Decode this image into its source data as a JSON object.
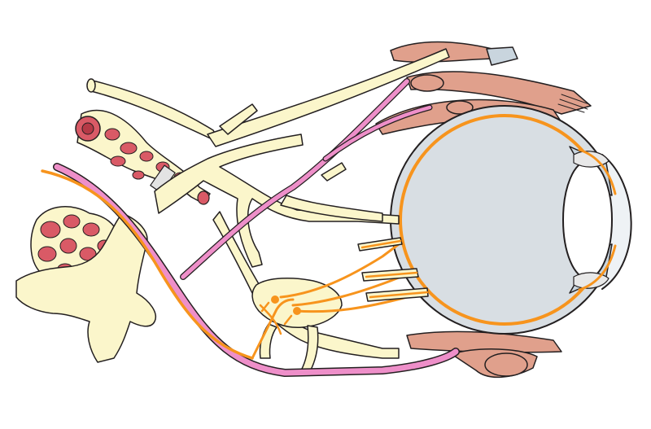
{
  "diagram": {
    "labels": [],
    "colors": {
      "nerve_fill": "#fbf6cb",
      "outline": "#231f20",
      "sympathetic_pink": "#ee8fc9",
      "parasympathetic_orange": "#f7941d",
      "eyeball": "#d8dee3",
      "muscle": "#e0a08c",
      "gland_red": "#d95a66",
      "tendon": "#c9d5de"
    },
    "structures": [
      "eyeball",
      "lens",
      "ciliary-body",
      "retina",
      "extraocular-muscles",
      "ciliary-ganglion",
      "ciliary-nerves",
      "sympathetic-fibers",
      "parasympathetic-fibers",
      "ganglion-clusters"
    ]
  }
}
